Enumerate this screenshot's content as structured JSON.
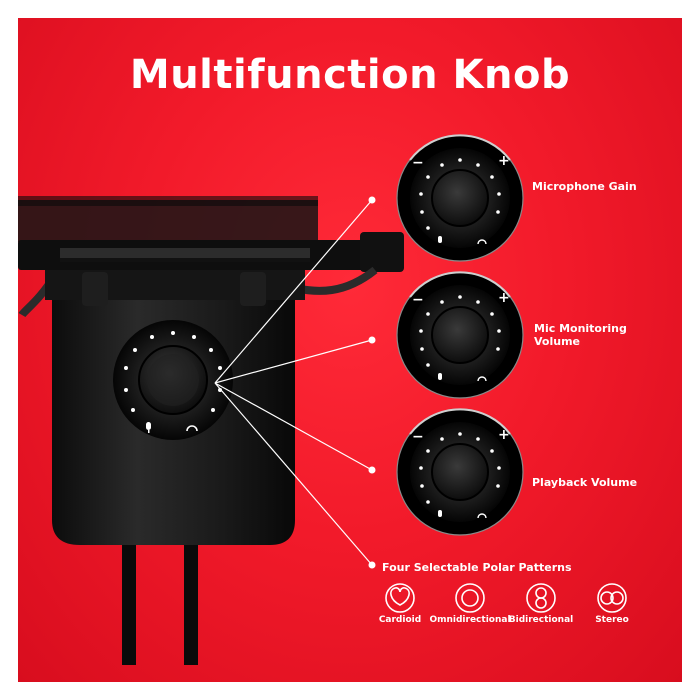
{
  "title": "Multifunction Knob",
  "callouts": [
    {
      "label_line1": "Microphone Gain",
      "label_line2": ""
    },
    {
      "label_line1": "Mic Monitoring",
      "label_line2": "Volume"
    },
    {
      "label_line1": "Playback Volume",
      "label_line2": ""
    }
  ],
  "polar": {
    "heading": "Four Selectable Polar Patterns",
    "patterns": [
      {
        "label": "Cardioid",
        "icon": "cardioid-icon"
      },
      {
        "label": "Omnidirectional",
        "icon": "omnidirectional-icon"
      },
      {
        "label": "Bidirectional",
        "icon": "bidirectional-icon"
      },
      {
        "label": "Stereo",
        "icon": "stereo-icon"
      }
    ]
  },
  "knob_signs": {
    "minus": "−",
    "plus": "+"
  },
  "colors": {
    "background": "#f21a2a",
    "foreground": "#ffffff",
    "device": "#1a1a1a"
  }
}
